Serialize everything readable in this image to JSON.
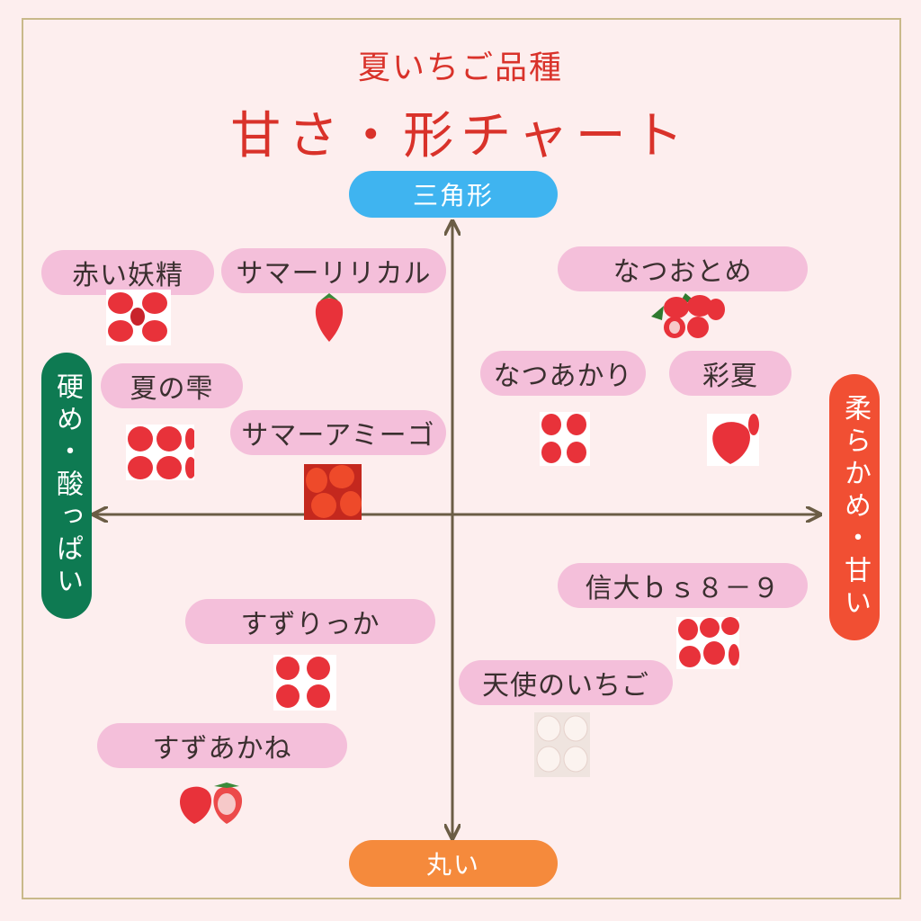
{
  "title": "夏いちご品種",
  "subtitle": "甘さ・形チャート",
  "chart_data": {
    "type": "scatter",
    "axes": {
      "top": "三角形",
      "bottom": "丸い",
      "left": "硬め・酸っぱい",
      "right": "柔らかめ・甘い"
    },
    "varieties": [
      {
        "name": "赤い妖精",
        "quadrant": "top-left"
      },
      {
        "name": "サマーリリカル",
        "quadrant": "top-left"
      },
      {
        "name": "夏の雫",
        "quadrant": "top-left"
      },
      {
        "name": "サマーアミーゴ",
        "quadrant": "top-left"
      },
      {
        "name": "なつおとめ",
        "quadrant": "top-right"
      },
      {
        "name": "なつあかり",
        "quadrant": "top-right"
      },
      {
        "name": "彩夏",
        "quadrant": "top-right"
      },
      {
        "name": "信大ｂｓ８－９",
        "quadrant": "bottom-right"
      },
      {
        "name": "天使のいちご",
        "quadrant": "bottom-right"
      },
      {
        "name": "すずりっか",
        "quadrant": "bottom-left"
      },
      {
        "name": "すずあかね",
        "quadrant": "bottom-left"
      }
    ]
  },
  "colors": {
    "background": "#fdeeee",
    "title": "#d9322a",
    "label_bg": "#f4bfda",
    "axis_line": "#6b5d45",
    "axis_top": "#3fb4f0",
    "axis_bottom": "#f58a3c",
    "axis_left": "#0e7a52",
    "axis_right": "#f14f33",
    "strawberry": "#e8323a",
    "white_strawberry": "#f6ebe6"
  }
}
